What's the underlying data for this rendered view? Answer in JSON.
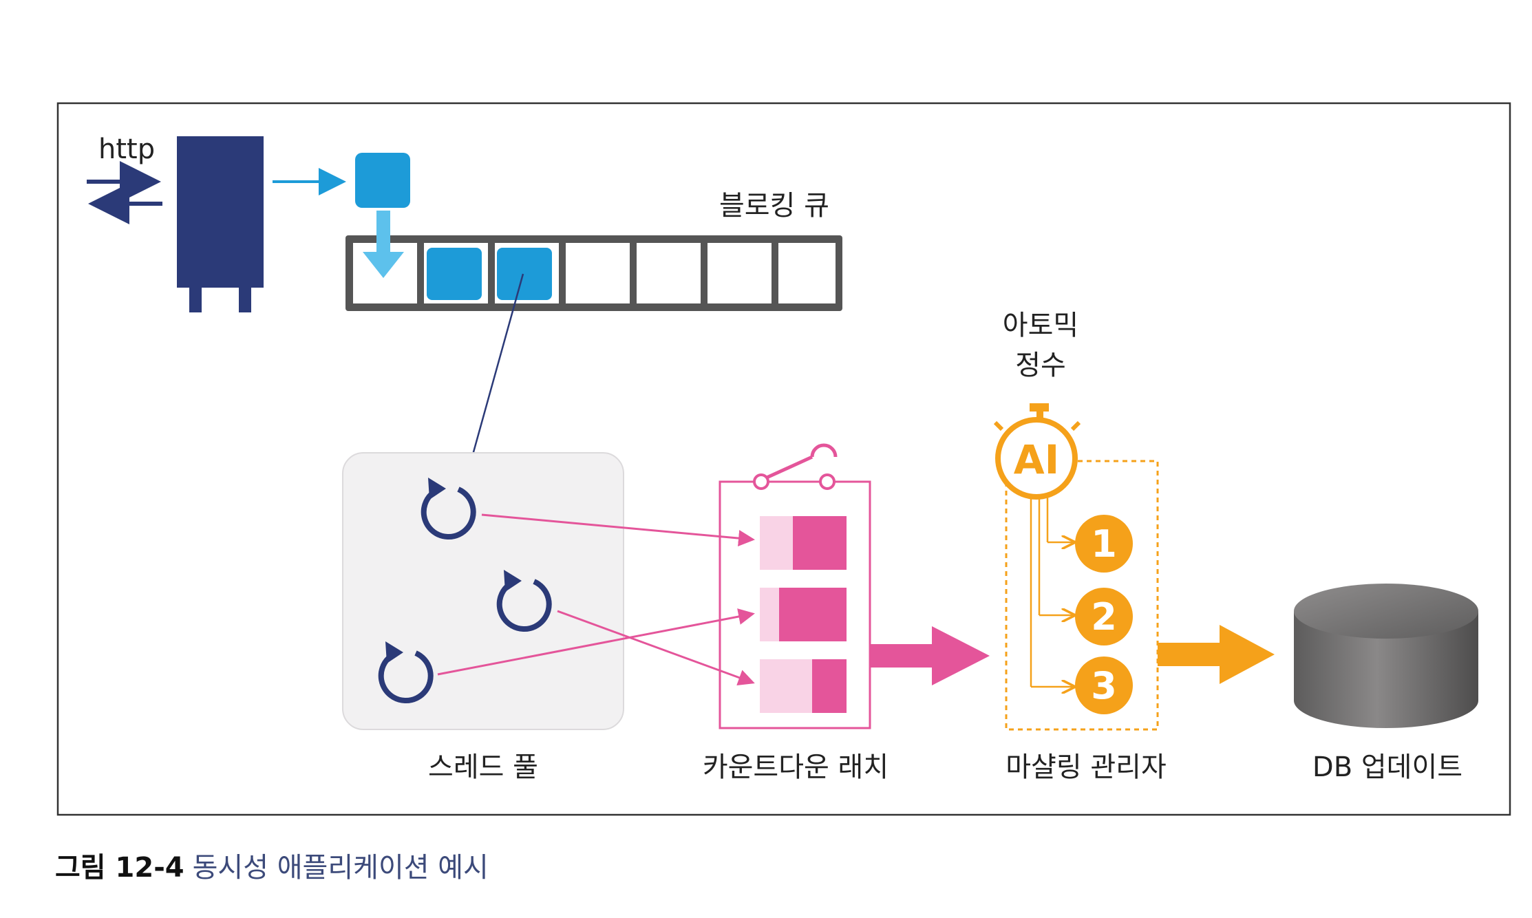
{
  "labels": {
    "http": "http",
    "blocking_queue": "블로킹 큐",
    "atomic_int_line1": "아토믹",
    "atomic_int_line2": "정수",
    "ai_badge": "AI",
    "thread_pool": "스레드 풀",
    "countdown_latch": "카운트다운 래치",
    "marshalling_manager": "마샬링 관리자",
    "db_update": "DB 업데이트"
  },
  "steps": [
    "1",
    "2",
    "3"
  ],
  "caption": {
    "label": "그림 12-4",
    "text": "동시성 애플리케이션 예시"
  },
  "colors": {
    "navy": "#2b3a78",
    "queue_item": "#1d9bd8",
    "arrow_light_blue": "#5dc1ec",
    "thread_pool_bg": "#f2f1f2",
    "latch_pink": "#e4559a",
    "latch_light": "#f9d3e6",
    "atomic_orange": "#f5a11a",
    "db_gray": "#6f6e6e",
    "frame": "#333333"
  }
}
